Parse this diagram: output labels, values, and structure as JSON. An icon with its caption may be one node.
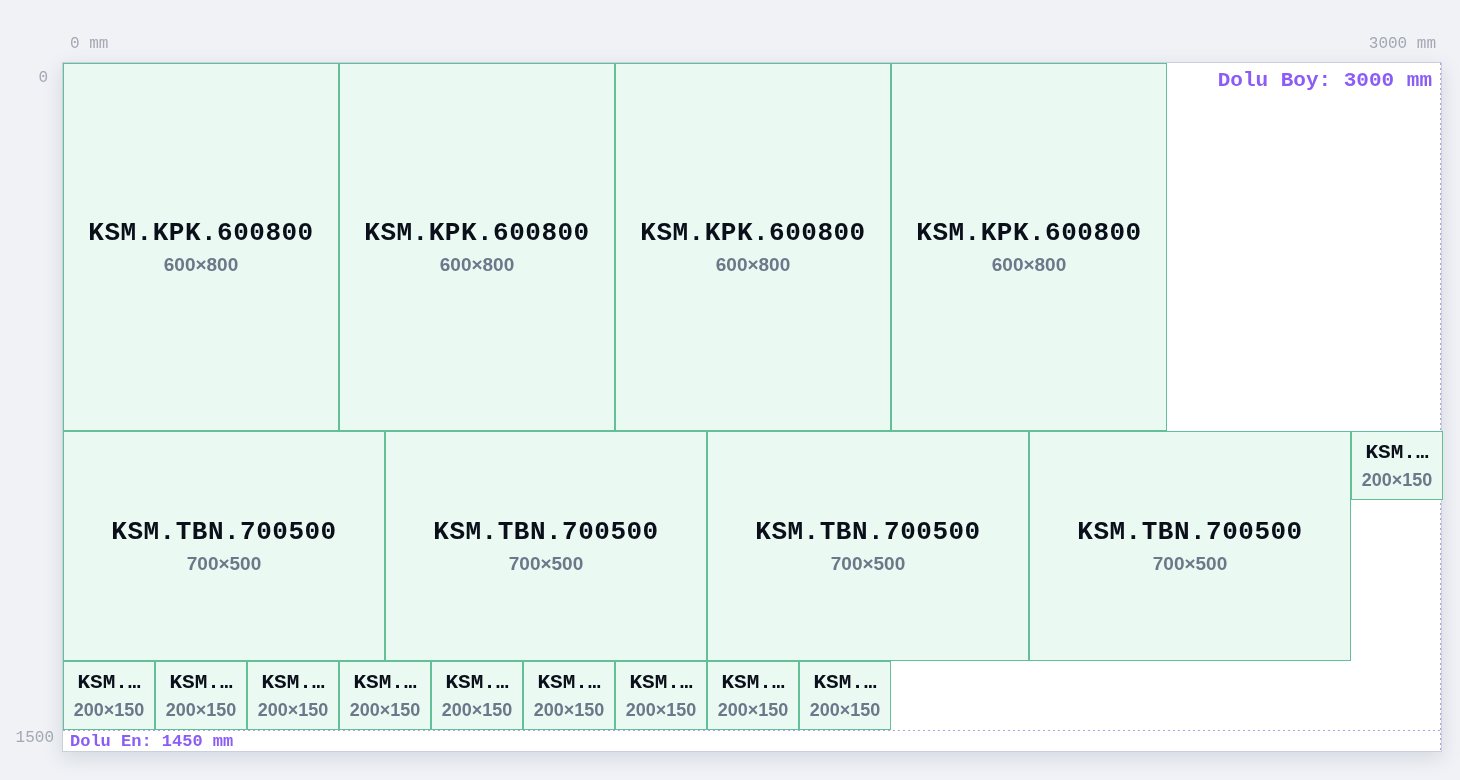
{
  "diagram": {
    "nodes": [
      {
        "text": [],
        "shape": "box"
      },
      {
        "text": [
          "KSM.KPK.600800",
          "600×800"
        ],
        "in": 0
      },
      {
        "text": [
          "KSM.KPK.600800",
          "600×800"
        ],
        "in": 0
      },
      {
        "text": [
          "KSM.KPK.600800",
          "600×800"
        ],
        "in": 0
      },
      {
        "text": [
          "KSM.KPK.600800",
          "600×800"
        ],
        "in": 0
      },
      {
        "text": [
          "KSM.TBN.700500",
          "700×500"
        ],
        "in": 0
      },
      {
        "text": [
          "KSM.TBN.700500",
          "700×500"
        ],
        "in": 0
      },
      {
        "text": [
          "KSM.TBN.700500",
          "700×500"
        ],
        "in": 0
      },
      {
        "text": [
          "KSM.TBN.700500",
          "700×500"
        ],
        "in": 0
      },
      {
        "text": [
          "KSM.…",
          "200×150"
        ],
        "in": 0
      },
      {
        "text": [
          "KSM.…",
          "200×150"
        ],
        "in": 0
      },
      {
        "text": [
          "KSM.…",
          "200×150"
        ],
        "in": 0
      },
      {
        "text": [
          "KSM.…",
          "200×150"
        ],
        "in": 0
      },
      {
        "text": [
          "KSM.…",
          "200×150"
        ],
        "in": 0
      },
      {
        "text": [
          "KSM.…",
          "200×150"
        ],
        "in": 0
      },
      {
        "text": [
          "KSM.…",
          "200×150"
        ],
        "in": 0
      },
      {
        "text": [
          "KSM.…",
          "200×150"
        ],
        "in": 0
      },
      {
        "text": [
          "KSM.…",
          "200×150"
        ],
        "in": 0
      },
      {
        "text": [
          "KSM.…",
          "200×150"
        ],
        "in": 0
      }
    ],
    "labels": [
      "0 mm",
      "3000 mm",
      "Dolu Boy: 3000 mm",
      "0",
      "1500",
      "Dolu En: 1450 mm"
    ]
  }
}
